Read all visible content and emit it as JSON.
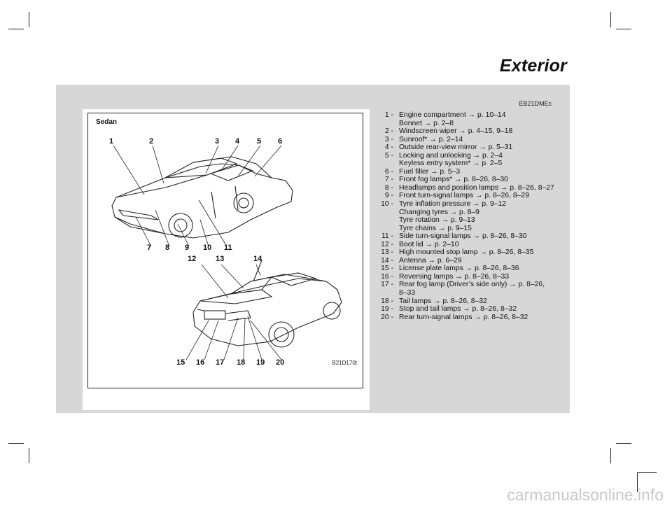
{
  "page_title": "Exterior",
  "reference_code": "EB21DMEc",
  "figure": {
    "label": "Sedan",
    "figure_id": "B21D170t",
    "callouts_top": [
      "1",
      "2",
      "3",
      "4",
      "5",
      "6"
    ],
    "callouts_mid": [
      "7",
      "8",
      "9",
      "10",
      "11"
    ],
    "callouts_rear_top": [
      "12",
      "13",
      "14"
    ],
    "callouts_rear_bottom": [
      "15",
      "16",
      "17",
      "18",
      "19",
      "20"
    ]
  },
  "items": [
    {
      "num": "1 -",
      "text": "Engine compartment → p. 10–14"
    },
    {
      "num": "",
      "text": "Bonnet → p. 2–8"
    },
    {
      "num": "2 -",
      "text": "Windscreen wiper → p. 4–15, 9–18"
    },
    {
      "num": "3 -",
      "text": "Sunroof* → p. 2–14"
    },
    {
      "num": "4 -",
      "text": "Outside rear-view mirror → p. 5–31"
    },
    {
      "num": "5 -",
      "text": "Locking and unlocking → p. 2–4"
    },
    {
      "num": "",
      "text": "Keyless entry system* → p. 2–5"
    },
    {
      "num": "6 -",
      "text": "Fuel filler → p. 5–3"
    },
    {
      "num": "7 -",
      "text": "Front fog lamps* → p. 8–26, 8–30"
    },
    {
      "num": "8 -",
      "text": "Headlamps and position lamps → p. 8–26, 8–27"
    },
    {
      "num": "9 -",
      "text": "Front turn-signal lamps → p. 8–26, 8–29"
    },
    {
      "num": "10 -",
      "text": "Tyre inflation pressure → p. 9–12"
    },
    {
      "num": "",
      "text": "Changing tyres → p. 8–9"
    },
    {
      "num": "",
      "text": "Tyre rotation → p. 9–13"
    },
    {
      "num": "",
      "text": "Tyre chains → p. 9–15"
    },
    {
      "num": "11 -",
      "text": "Side turn-signal lamps → p. 8–26, 8–30"
    },
    {
      "num": "12 -",
      "text": "Boot lid → p. 2–10"
    },
    {
      "num": "13 -",
      "text": "High mounted stop lamp → p. 8–26, 8–35"
    },
    {
      "num": "14 -",
      "text": "Antenna → p. 6–29"
    },
    {
      "num": "15 -",
      "text": "License plate lamps → p. 8–26, 8–36"
    },
    {
      "num": "16 -",
      "text": "Reversing lamps → p. 8–26, 8–33"
    },
    {
      "num": "17 -",
      "text": "Rear fog lamp (Driver’s side only) → p. 8–26,"
    },
    {
      "num": "",
      "text": "8–33"
    },
    {
      "num": "18 -",
      "text": "Tail lamps → p. 8–26, 8–32"
    },
    {
      "num": "19 -",
      "text": "Stop and tail lamps → p. 8–26, 8–32"
    },
    {
      "num": "20 -",
      "text": "Rear turn-signal lamps → p. 8–26, 8–32"
    }
  ],
  "watermark": "carmanualsonline.info"
}
